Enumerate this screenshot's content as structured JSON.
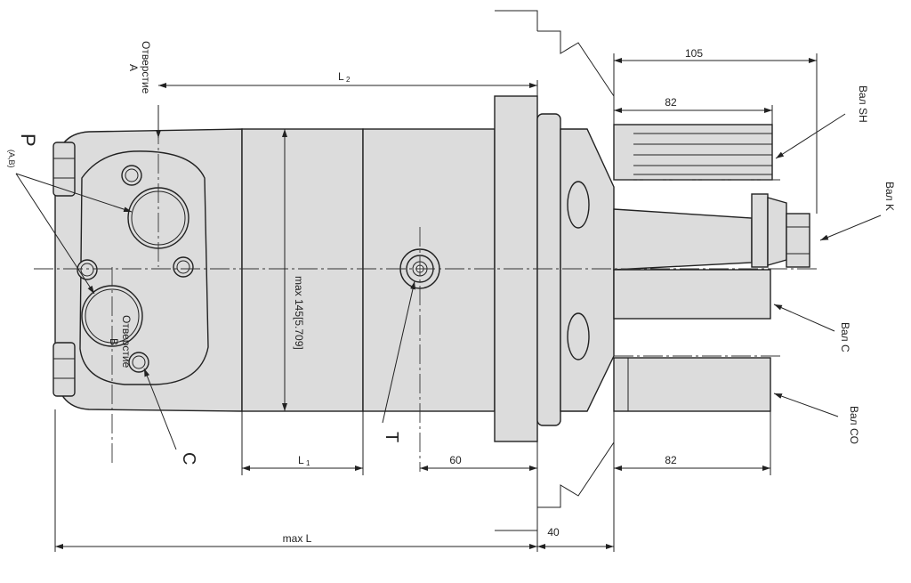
{
  "labels": {
    "dim_105": "105",
    "dim_82_top": "82",
    "dim_82_bottom": "82",
    "dim_60": "60",
    "dim_40": "40",
    "dim_L2": "L",
    "dim_L2_sub": "2",
    "dim_L1": "L",
    "dim_L1_sub": "1",
    "dim_maxL": "max L",
    "dim_max145": "max 145[5.709]",
    "port_a_line1": "Отверстие",
    "port_a_line2": "A",
    "port_b_line1": "Отверстие",
    "port_b_line2": "B",
    "p_main": "P",
    "p_sub": "(A,B)",
    "c_label": "C",
    "t_label": "T",
    "shaft_sh": "Вал SH",
    "shaft_k": "Вал K",
    "shaft_c": "Вал C",
    "shaft_co": "Вал CO"
  },
  "colors": {
    "body_fill": "#dcdcdc",
    "line": "#222222"
  }
}
